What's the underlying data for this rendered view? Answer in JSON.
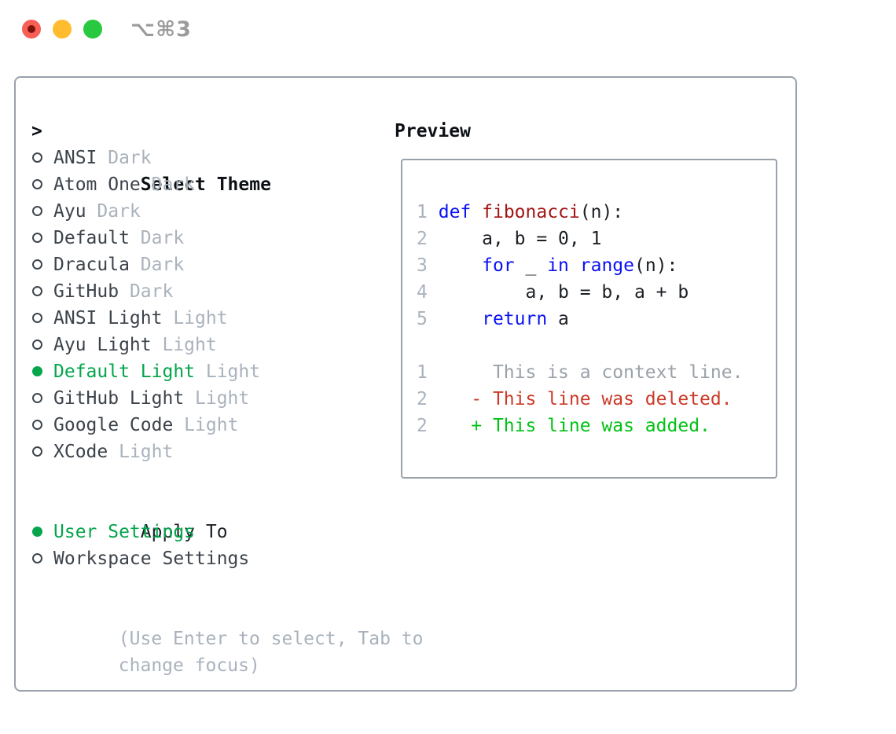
{
  "titlebar": {
    "shortcut": "⌥⌘3"
  },
  "colors": {
    "accent_green": "#04a54c",
    "muted": "#a9b2bc",
    "ink_strong": "#0d1116",
    "ink": "#3c434b",
    "code_ink": "#1b1f24",
    "keyword_blue": "#0a11f2",
    "function_red": "#a31414",
    "context_gray": "#9aa1a9",
    "deleted_red": "#cb3a28",
    "added_green": "#00c214",
    "border_gray": "#99a1ab",
    "traffic_red": "#f75f57",
    "traffic_red_dot": "#7d120b",
    "traffic_yellow": "#febc2e",
    "traffic_green": "#28c840",
    "shortcut_gray": "#9b9b9b"
  },
  "theme_panel": {
    "header_prefix": ">",
    "header": "Select Theme",
    "items": [
      {
        "name": "ANSI",
        "variant": "Dark",
        "selected": false
      },
      {
        "name": "Atom One",
        "variant": "Dark",
        "selected": false
      },
      {
        "name": "Ayu",
        "variant": "Dark",
        "selected": false
      },
      {
        "name": "Default",
        "variant": "Dark",
        "selected": false
      },
      {
        "name": "Dracula",
        "variant": "Dark",
        "selected": false
      },
      {
        "name": "GitHub",
        "variant": "Dark",
        "selected": false
      },
      {
        "name": "ANSI Light",
        "variant": "Light",
        "selected": false
      },
      {
        "name": "Ayu Light",
        "variant": "Light",
        "selected": false
      },
      {
        "name": "Default Light",
        "variant": "Light",
        "selected": true
      },
      {
        "name": "GitHub Light",
        "variant": "Light",
        "selected": false
      },
      {
        "name": "Google Code",
        "variant": "Light",
        "selected": false
      },
      {
        "name": "XCode",
        "variant": "Light",
        "selected": false
      }
    ],
    "apply_header": "Apply To",
    "apply_items": [
      {
        "name": "User Settings",
        "selected": true
      },
      {
        "name": "Workspace Settings",
        "selected": false
      }
    ],
    "help_lines": [
      "(Use Enter to select, Tab to",
      "change focus)"
    ]
  },
  "preview": {
    "header": "Preview",
    "lines": [
      {
        "num": "1",
        "segs": [
          [
            "pl",
            " "
          ],
          [
            "kw",
            "def"
          ],
          [
            "pl",
            " "
          ],
          [
            "fn",
            "fibonacci"
          ],
          [
            "pl",
            "(n):"
          ]
        ]
      },
      {
        "num": "2",
        "segs": [
          [
            "pl",
            "     a, b = 0, 1"
          ]
        ]
      },
      {
        "num": "3",
        "segs": [
          [
            "pl",
            "     "
          ],
          [
            "kw",
            "for"
          ],
          [
            "pl",
            " _ "
          ],
          [
            "kw",
            "in"
          ],
          [
            "pl",
            " "
          ],
          [
            "kw",
            "range"
          ],
          [
            "pl",
            "(n):"
          ]
        ]
      },
      {
        "num": "4",
        "segs": [
          [
            "pl",
            "         a, b = b, a + b"
          ]
        ]
      },
      {
        "num": "5",
        "segs": [
          [
            "pl",
            "     "
          ],
          [
            "kw",
            "return"
          ],
          [
            "pl",
            " a"
          ]
        ]
      },
      {
        "num": "",
        "segs": []
      },
      {
        "num": "1",
        "segs": [
          [
            "ctx",
            "      This is a context line."
          ]
        ]
      },
      {
        "num": "2",
        "segs": [
          [
            "del",
            "    - This line was deleted."
          ]
        ]
      },
      {
        "num": "2",
        "segs": [
          [
            "add",
            "    + This line was added."
          ]
        ]
      }
    ]
  }
}
